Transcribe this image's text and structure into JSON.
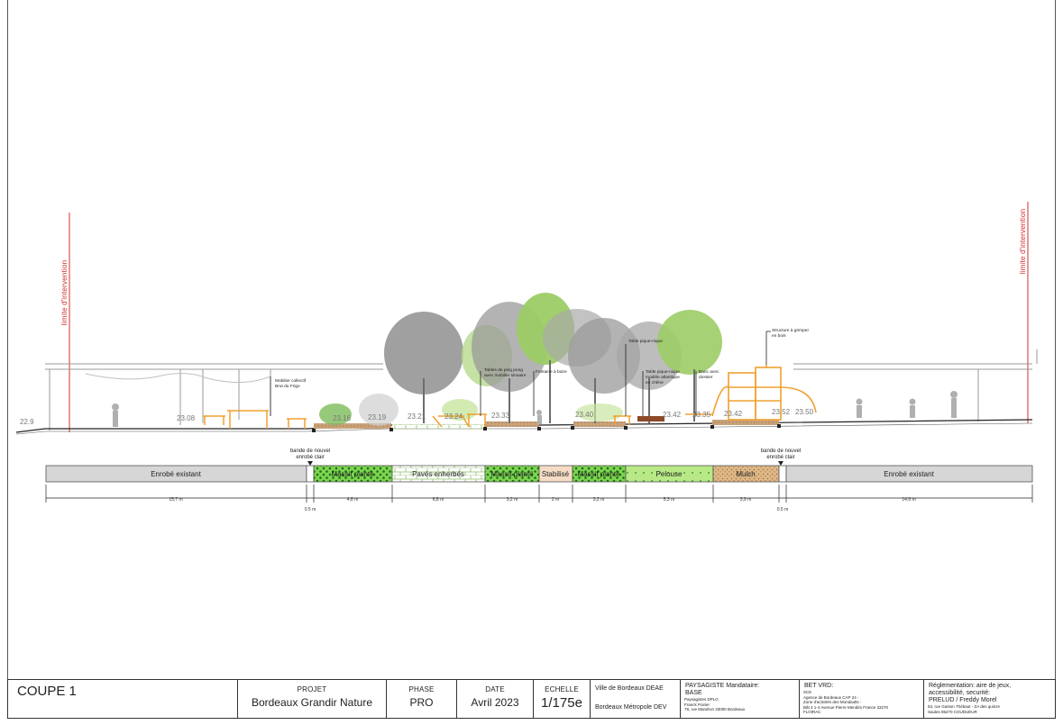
{
  "section": {
    "limit_label_left": "limite d'intervention",
    "limit_label_right": "limite d'intervention",
    "levels": [
      "22.9",
      "23.08",
      "23.16",
      "23.19",
      "23.21",
      "23.24",
      "23.33",
      "23.40",
      "23.42",
      "23.35",
      "23.42",
      "23.52",
      "23.50"
    ],
    "annotations": {
      "mobilier": "Mobilier collectif\nBrut du Frigo",
      "ping_pong": "Tables de ping pong\navec mobilier sinuaire",
      "fontaine": "Fontaine à boire",
      "tables_pique": "Table pique-nique",
      "table_pique_nique": "Table pique-nique\nmodèle atlantique\nen chêne",
      "banc": "Banc avec\ndossier",
      "structure": "Structure à grimper\nen bois"
    },
    "bande_label": "bande de nouvel\nenrobé clair",
    "zones": [
      {
        "label": "Enrobé existant",
        "type": "enrobe"
      },
      {
        "label": "",
        "type": "bande"
      },
      {
        "label": "Massif planté",
        "type": "massif"
      },
      {
        "label": "Pavés enherbés",
        "type": "paves"
      },
      {
        "label": "Massif planté",
        "type": "massif"
      },
      {
        "label": "Stabilisé",
        "type": "stabilise"
      },
      {
        "label": "Massif planté",
        "type": "massif"
      },
      {
        "label": "Pelouse",
        "type": "pelouse"
      },
      {
        "label": "Mulch",
        "type": "mulch"
      },
      {
        "label": "",
        "type": "bande"
      },
      {
        "label": "Enrobé existant",
        "type": "enrobe"
      }
    ],
    "dimensions": [
      "15,7 m",
      "0.5 m",
      "4,8 m",
      "6,8 m",
      "3,2 m",
      "2 m",
      "3,2 m",
      "5,3 m",
      "3,9 m",
      "0.5 m",
      "14,9 m"
    ],
    "colors": {
      "limit_red": "#d32f2f",
      "furniture_orange": "#f0a030",
      "massif_green": "#7dd54f",
      "pelouse_green": "#b8e986",
      "stabilise_beige": "#f5dcc4",
      "mulch_brown": "#deb887",
      "enrobe_grey": "#d6d6d6",
      "tree_grey": "#8f8f8f",
      "tree_green": "#9ccc65"
    }
  },
  "titleblock": {
    "sheet": "COUPE 1",
    "projet_label": "PROJET",
    "projet_value": "Bordeaux Grandir Nature",
    "phase_label": "PHASE",
    "phase_value": "PRO",
    "date_label": "DATE",
    "date_value": "Avril 2023",
    "echelle_label": "ECHELLE",
    "echelle_value": "1/175e",
    "client_1": "Ville de Bordeaux DEAE",
    "client_2": "Bordeaux Métropole DEV",
    "paysagiste_title": "PAYSAGISTE Mandataire:",
    "paysagiste_name": "BASE",
    "paysagiste_detail": "Paysagistes DPLG\nFranck Poirier\n78, rue Mandron 33000 Bordeaux",
    "bet_title": "BET VRD:",
    "bet_detail": "SCE\nAgence de Bordeaux CAP 24 -\nZone d'activités des Mondaults -\nBât 4 1-4 Avenue Pierre Mendès France 33270\nFLOIRAC",
    "reglementation_title": "Réglementation: aire de jeux,\naccessibilité, securité:",
    "reglementation_name": "PRELUD / Freddy Morel",
    "reglementation_detail": "53, rue Gaston Thébaut - ZA des quinze\nSaules 85270 COUDUEUR"
  }
}
